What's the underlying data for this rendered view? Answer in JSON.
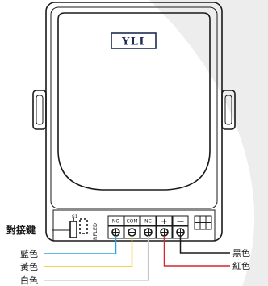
{
  "brand": {
    "logo": "YLI"
  },
  "button": {
    "label": "S1"
  },
  "indicator": {
    "label": "RFLED"
  },
  "terminals": [
    {
      "label": "NO"
    },
    {
      "label": "COM"
    },
    {
      "label": "NC"
    },
    {
      "label": "+"
    },
    {
      "label": "—"
    }
  ],
  "callouts": {
    "pairing_button": "對接鍵",
    "blue_wire": "藍色",
    "yellow_wire": "黃色",
    "white_wire": "白色",
    "black_wire": "黑色",
    "red_wire": "紅色"
  },
  "colors": {
    "blue_wire": "#29a3dc",
    "yellow_wire": "#f2c21a",
    "black_wire": "#1a1a1a",
    "red_wire": "#d8232a",
    "logo": "#1d2b57"
  }
}
